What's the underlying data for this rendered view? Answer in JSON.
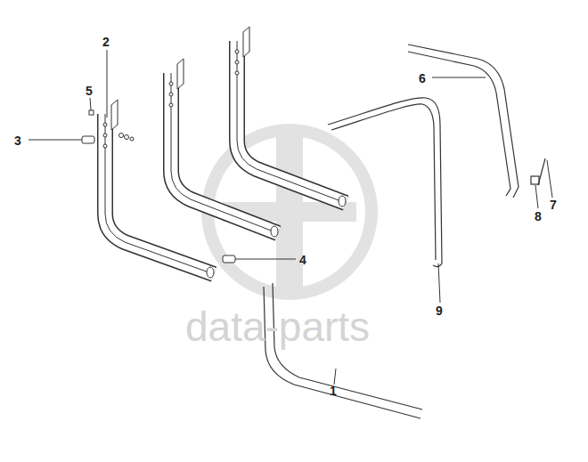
{
  "diagram": {
    "labels": [
      "2",
      "5",
      "3",
      "6",
      "4",
      "7",
      "8",
      "9",
      "1",
      "data-parts"
    ]
  }
}
